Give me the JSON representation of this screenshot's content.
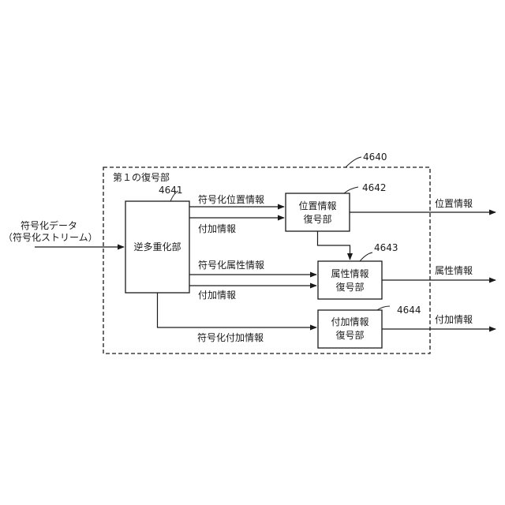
{
  "diagram": {
    "outer_ref": "4640",
    "outer_title": "第１の復号部",
    "input_label_line1": "符号化データ",
    "input_label_line2": "（符号化ストリーム）",
    "demux": {
      "ref": "4641",
      "label": "逆多重化部"
    },
    "position_decoder": {
      "ref": "4642",
      "line1": "位置情報",
      "line2": "復号部"
    },
    "attribute_decoder": {
      "ref": "4643",
      "line1": "属性情報",
      "line2": "復号部"
    },
    "additional_decoder": {
      "ref": "4644",
      "line1": "付加情報",
      "line2": "復号部"
    },
    "edges": {
      "enc_position": "符号化位置情報",
      "additional_1": "付加情報",
      "enc_attribute": "符号化属性情報",
      "additional_2": "付加情報",
      "enc_additional": "符号化付加情報"
    },
    "outputs": {
      "position": "位置情報",
      "attribute": "属性情報",
      "additional": "付加情報"
    }
  }
}
